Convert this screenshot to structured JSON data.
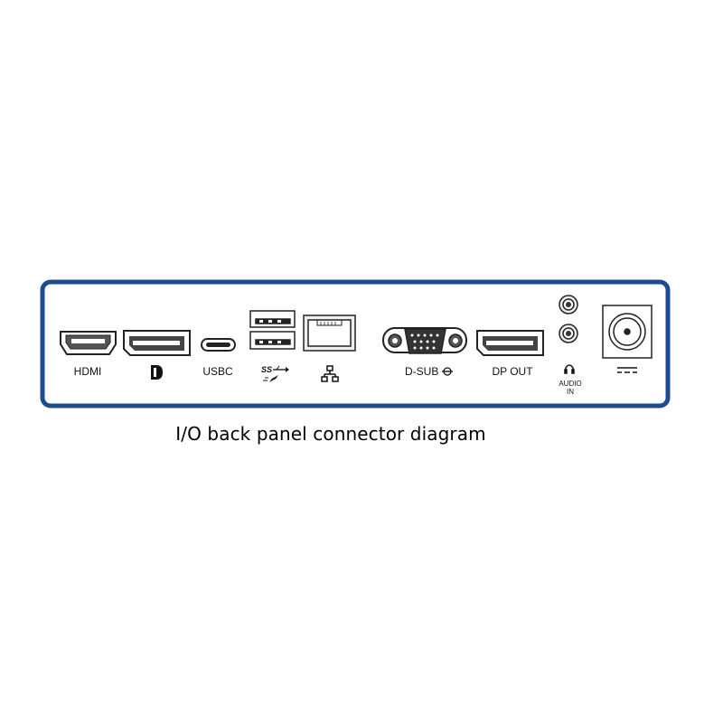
{
  "caption": "I/O back panel connector diagram",
  "ports": {
    "hdmi": "HDMI",
    "usbc": "USBC",
    "ss": "SS",
    "dsub": "D-SUB",
    "dp_out": "DP OUT",
    "audio_in_1": "AUDIO",
    "audio_in_2": "IN"
  },
  "colors": {
    "frame": "#1e4a8f",
    "panel": "#ffffff",
    "stroke": "#222222"
  },
  "icons": [
    "hdmi-port",
    "displayport",
    "displayport-logo-icon",
    "usb-c-port",
    "usb-a-port",
    "superspeed-usb-icon",
    "ethernet-port",
    "network-icon",
    "vga-port",
    "d-sub-icon",
    "headphone-icon",
    "audio-jack",
    "dc-power-port",
    "dc-symbol-icon"
  ]
}
